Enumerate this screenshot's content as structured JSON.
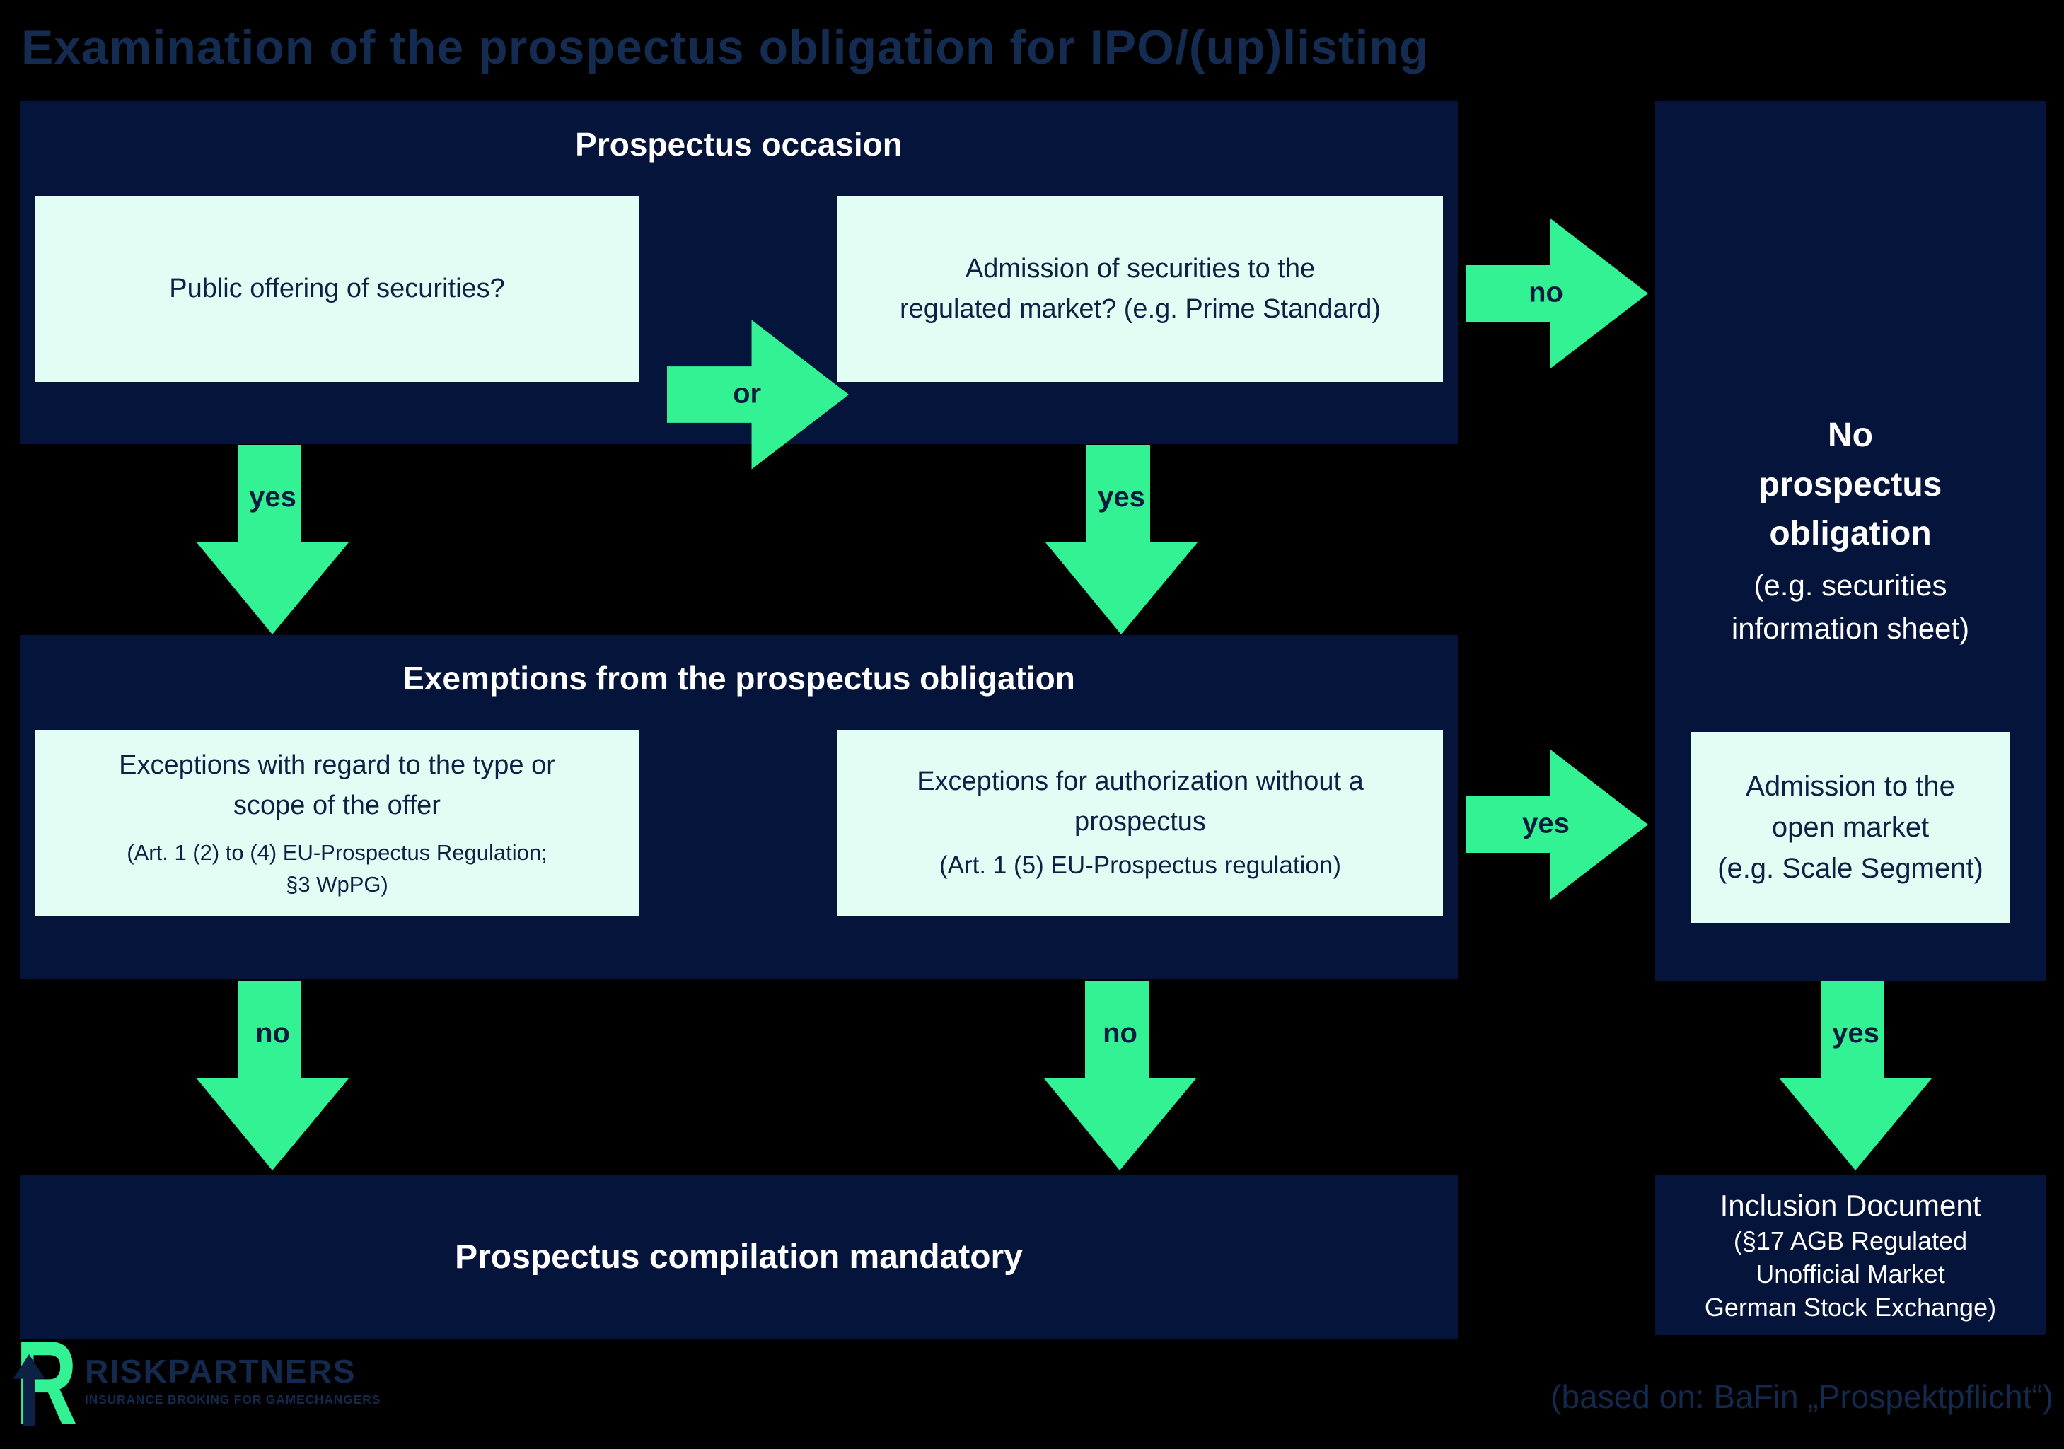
{
  "title": "Examination of the prospectus obligation for IPO/(up)listing",
  "colors": {
    "background": "#000000",
    "panel_navy": "#05143a",
    "box_mint": "#e2fdf4",
    "arrow_green": "#33f294",
    "navy_text": "#0e2145",
    "title_text": "#142c52",
    "white_text": "#ffffff"
  },
  "occasion": {
    "header": "Prospectus occasion",
    "public_offering": "Public offering of securities?",
    "admission_lines": [
      "Admission of securities to the",
      "regulated market? (e.g. Prime Standard)"
    ],
    "or_label": "or"
  },
  "exemptions": {
    "header": "Exemptions from the prospectus obligation",
    "type_scope_lines": [
      "Exceptions with regard to the type or",
      "scope of the offer"
    ],
    "type_scope_ref_lines": [
      "(Art. 1 (2) to (4) EU-Prospectus Regulation;",
      "§3 WpPG)"
    ],
    "authorization_lines": [
      "Exceptions for authorization without a",
      "prospectus"
    ],
    "authorization_ref": "(Art. 1 (5) EU-Prospectus regulation)"
  },
  "arrows": {
    "top_no": "no",
    "left_yes": "yes",
    "center_yes": "yes",
    "mid_yes": "yes",
    "left_no": "no",
    "center_no": "no",
    "right_yes": "yes"
  },
  "right_panel": {
    "no_obligation": "No prospectus obligation",
    "no_obligation_note": "(e.g. securities information sheet)",
    "open_market_lines": [
      "Admission to the",
      "open market",
      "(e.g. Scale Segment)"
    ],
    "inclusion_lines": [
      "Inclusion Document",
      "(§17 AGB Regulated",
      "Unofficial Market",
      "German Stock Exchange)"
    ]
  },
  "bottom": {
    "mandatory": "Prospectus compilation mandatory",
    "attribution": "(based on:  BaFin „Prospektpflicht“)"
  },
  "logo": {
    "letter": "R",
    "name": "RISKPARTNERS",
    "tagline": "INSURANCE BROKING FOR GAMECHANGERS"
  }
}
